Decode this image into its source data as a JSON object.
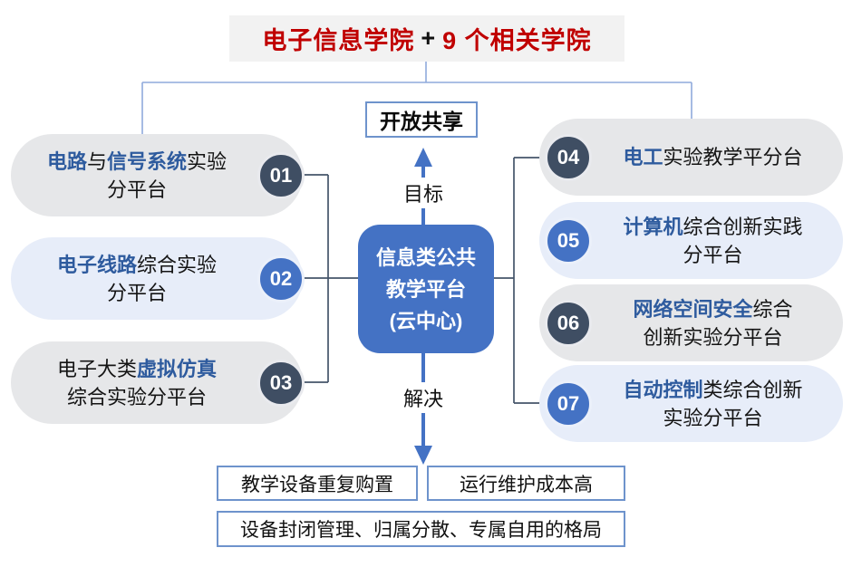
{
  "header": {
    "part1": "电子信息学院",
    "plus_sign": "+",
    "part2": "9 个相关学院"
  },
  "goal_box_label": "开放共享",
  "goal_arrow_label": "目标",
  "solve_arrow_label": "解决",
  "center_box": {
    "lines": [
      "信息类公共",
      "教学平台",
      "(云中心)"
    ]
  },
  "left_items": [
    {
      "number": "01",
      "lines": [
        [
          {
            "t": "电路",
            "hl": true
          },
          {
            "t": "与",
            "hl": false
          },
          {
            "t": "信号系统",
            "hl": true
          },
          {
            "t": "实验",
            "hl": false
          }
        ],
        [
          {
            "t": "分平台",
            "hl": false
          }
        ]
      ]
    },
    {
      "number": "02",
      "lines": [
        [
          {
            "t": "电子线路",
            "hl": true
          },
          {
            "t": "综合实验",
            "hl": false
          }
        ],
        [
          {
            "t": "分平台",
            "hl": false
          }
        ]
      ]
    },
    {
      "number": "03",
      "lines": [
        [
          {
            "t": "电子大类",
            "hl": false
          },
          {
            "t": "虚拟仿真",
            "hl": true
          }
        ],
        [
          {
            "t": "综合实验分平台",
            "hl": false
          }
        ]
      ]
    }
  ],
  "right_items": [
    {
      "number": "04",
      "lines": [
        [
          {
            "t": "电工",
            "hl": true
          },
          {
            "t": "实验教学平分台",
            "hl": false
          }
        ]
      ]
    },
    {
      "number": "05",
      "lines": [
        [
          {
            "t": "计算机",
            "hl": true
          },
          {
            "t": "综合创新实践",
            "hl": false
          }
        ],
        [
          {
            "t": "分平台",
            "hl": false
          }
        ]
      ]
    },
    {
      "number": "06",
      "lines": [
        [
          {
            "t": "网络空间安全",
            "hl": true
          },
          {
            "t": "综合",
            "hl": false
          }
        ],
        [
          {
            "t": "创新实验分平台",
            "hl": false
          }
        ]
      ]
    },
    {
      "number": "07",
      "lines": [
        [
          {
            "t": "自动控制",
            "hl": true
          },
          {
            "t": "类综合创新",
            "hl": false
          }
        ],
        [
          {
            "t": "实验分平台",
            "hl": false
          }
        ]
      ]
    }
  ],
  "problem_boxes": [
    "教学设备重复购置",
    "运行维护成本高",
    "设备封闭管理、归属分散、专属自用的格局"
  ],
  "palette": {
    "title_red": "#c00000",
    "hub_blue": "#4472c4",
    "keyword_blue": "#2e5b9e",
    "dark_badge": "#3f4e63",
    "blue_badge": "#4472c4",
    "gray_pill": "#e6e7e9",
    "blue_pill": "#e7edf9",
    "title_bg": "#f2f2f2",
    "tree_line": "#8faadc",
    "bracket_line": "#44546a",
    "arrow_blue": "#4472c4",
    "box_border": "#6e93cc"
  }
}
